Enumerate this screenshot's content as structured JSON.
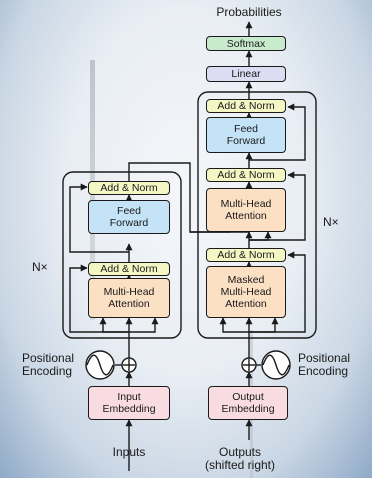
{
  "output_label": "Probabilities",
  "decoder": {
    "softmax": "Softmax",
    "linear": "Linear",
    "add_norm_top": "Add & Norm",
    "feed_forward": [
      "Feed",
      "Forward"
    ],
    "add_norm_mid": "Add & Norm",
    "multi_head_attention": [
      "Multi-Head",
      "Attention"
    ],
    "add_norm_low": "Add & Norm",
    "masked_attention": [
      "Masked",
      "Multi-Head",
      "Attention"
    ],
    "repeat_label": "N×",
    "embedding": [
      "Output",
      "Embedding"
    ],
    "positional_encoding": [
      "Positional",
      "Encoding"
    ],
    "input_label": [
      "Outputs",
      "(shifted right)"
    ]
  },
  "encoder": {
    "add_norm_top": "Add & Norm",
    "feed_forward": [
      "Feed",
      "Forward"
    ],
    "add_norm_low": "Add & Norm",
    "multi_head_attention": [
      "Multi-Head",
      "Attention"
    ],
    "repeat_label": "N×",
    "embedding": [
      "Input",
      "Embedding"
    ],
    "positional_encoding": [
      "Positional",
      "Encoding"
    ],
    "input_label": "Inputs"
  },
  "colors": {
    "add_norm": "#f4f6c4",
    "feed_forward": "#c5e3f6",
    "attention": "#fbe0c4",
    "embedding": "#f8dce1",
    "linear": "#dcddf2",
    "softmax": "#c9ebcd"
  }
}
